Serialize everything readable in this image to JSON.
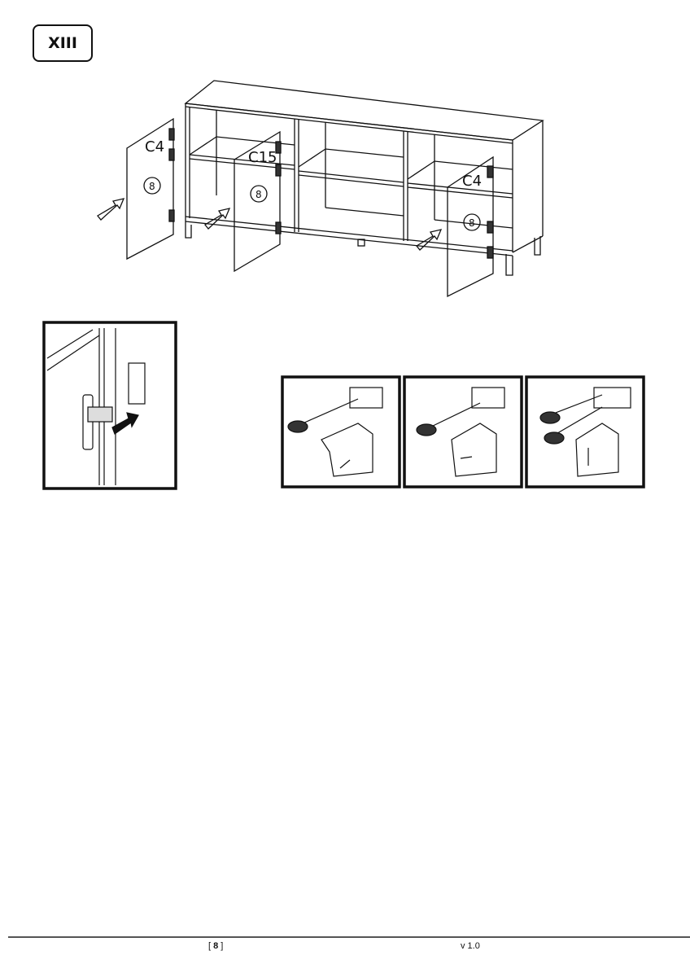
{
  "step": {
    "label": "XIII"
  },
  "diagram": {
    "part_labels": {
      "hinge_left": "C4",
      "hinge_middle": "C15",
      "hinge_right": "C4"
    },
    "door_number": "8"
  },
  "footer": {
    "page_open": "[ ",
    "page_number": "8",
    "page_close": " ]",
    "version": "v 1.0"
  }
}
